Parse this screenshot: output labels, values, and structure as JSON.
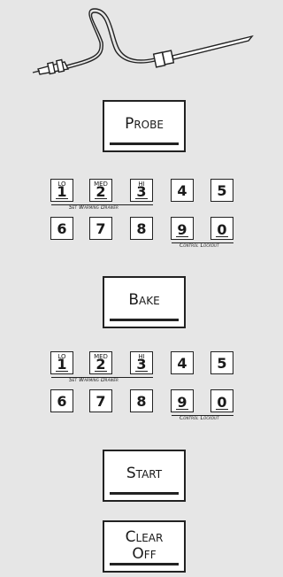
{
  "buttons": {
    "probe": "Probe",
    "bake": "Bake",
    "start": "Start",
    "clear_line1": "Clear",
    "clear_line2": "Off"
  },
  "keypads": [
    {
      "keys": [
        {
          "label": "1",
          "tag": "LO"
        },
        {
          "label": "2",
          "tag": "MED"
        },
        {
          "label": "3",
          "tag": "HI"
        },
        {
          "label": "4",
          "tag": ""
        },
        {
          "label": "5",
          "tag": ""
        },
        {
          "label": "6",
          "tag": ""
        },
        {
          "label": "7",
          "tag": ""
        },
        {
          "label": "8",
          "tag": ""
        },
        {
          "label": "9",
          "tag": ""
        },
        {
          "label": "0",
          "tag": ""
        }
      ],
      "warming_caption": "Set Warming Drawer",
      "lockout_caption": "Control Lockout"
    },
    {
      "keys": [
        {
          "label": "1",
          "tag": "LO"
        },
        {
          "label": "2",
          "tag": "MED"
        },
        {
          "label": "3",
          "tag": "HI"
        },
        {
          "label": "4",
          "tag": ""
        },
        {
          "label": "5",
          "tag": ""
        },
        {
          "label": "6",
          "tag": ""
        },
        {
          "label": "7",
          "tag": ""
        },
        {
          "label": "8",
          "tag": ""
        },
        {
          "label": "9",
          "tag": ""
        },
        {
          "label": "0",
          "tag": ""
        }
      ],
      "warming_caption": "Set Warming Drawer",
      "lockout_caption": "Control Lockout"
    }
  ]
}
